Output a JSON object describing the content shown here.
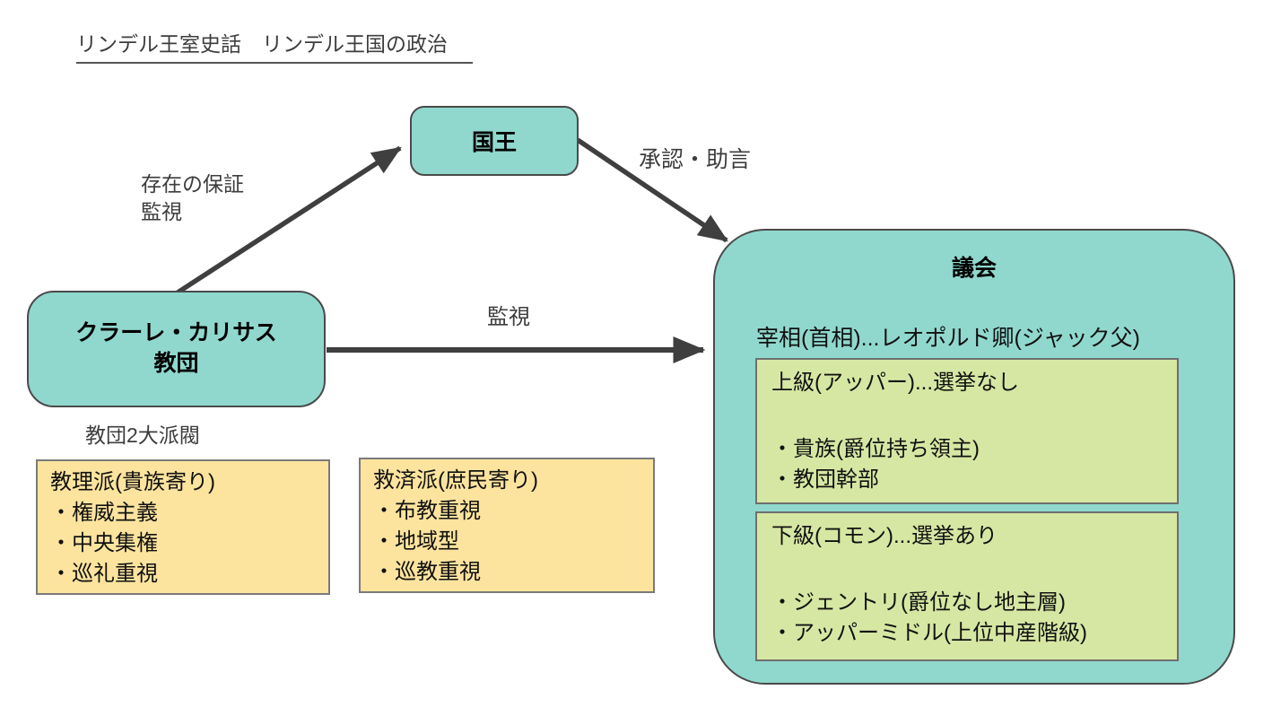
{
  "title": "リンデル王室史話　リンデル王国の政治",
  "nodes": {
    "king": {
      "label": "国王"
    },
    "order": {
      "line1": "クラーレ・カリサス",
      "line2": "教団"
    },
    "parliament": {
      "title": "議会",
      "premier": "宰相(首相)...レオポルド卿(ジャック父)",
      "upper": {
        "heading": "上級(アッパー)...選挙なし",
        "items": [
          "・貴族(爵位持ち領主)",
          "・教団幹部"
        ]
      },
      "lower": {
        "heading": "下級(コモン)...選挙あり",
        "items": [
          "・ジェントリ(爵位なし地主層)",
          "・アッパーミドル(上位中産階級)"
        ]
      }
    }
  },
  "edges": {
    "guarantee": {
      "line1": "存在の保証",
      "line2": "監視"
    },
    "approval": {
      "label": "承認・助言"
    },
    "monitor": {
      "label": "監視"
    }
  },
  "factions": {
    "caption": "教団2大派閥",
    "doctrine": {
      "heading": "教理派(貴族寄り)",
      "items": [
        "・権威主義",
        "・中央集権",
        "・巡礼重視"
      ]
    },
    "salvation": {
      "heading": "救済派(庶民寄り)",
      "items": [
        "・布教重視",
        "・地域型",
        "・巡教重視"
      ]
    }
  },
  "colors": {
    "node_fill": "#90d8ce",
    "house_fill": "#d6e7a3",
    "faction_fill": "#fce49e",
    "node_border": "#4a4a4a",
    "arrow": "#3f3f3f",
    "label_text": "#3d3d3d"
  }
}
